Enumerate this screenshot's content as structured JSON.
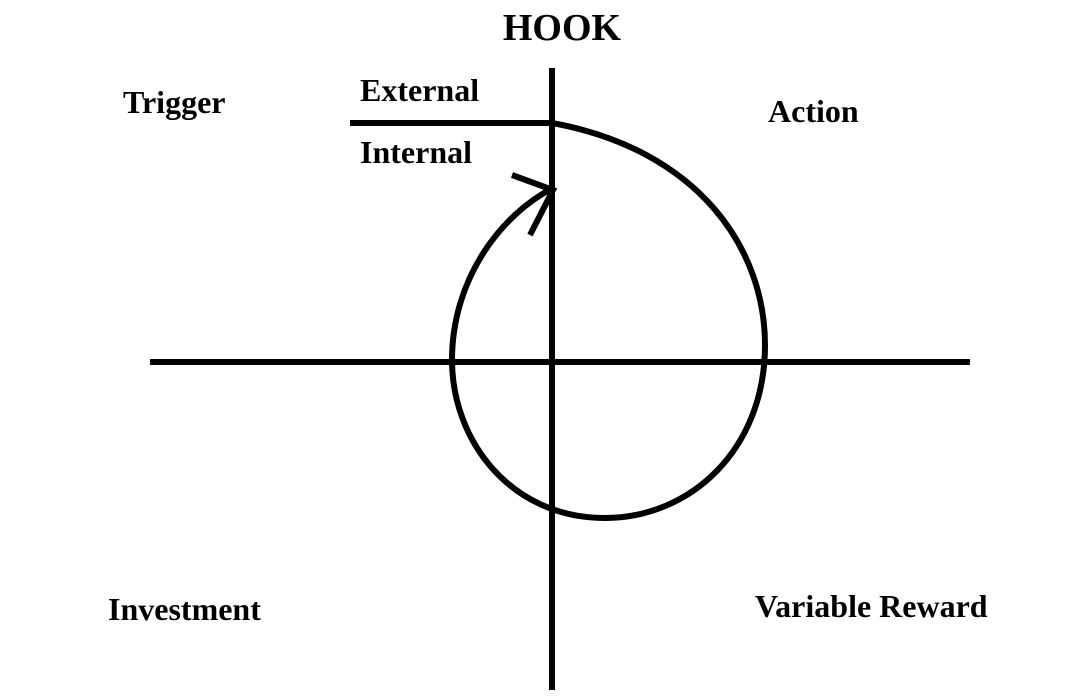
{
  "title": "HOOK",
  "labels": {
    "trigger": "Trigger",
    "external": "External",
    "internal": "Internal",
    "action": "Action",
    "investment": "Investment",
    "variable_reward": "Variable Reward"
  },
  "colors": {
    "ink": "#000000",
    "background": "#ffffff"
  }
}
